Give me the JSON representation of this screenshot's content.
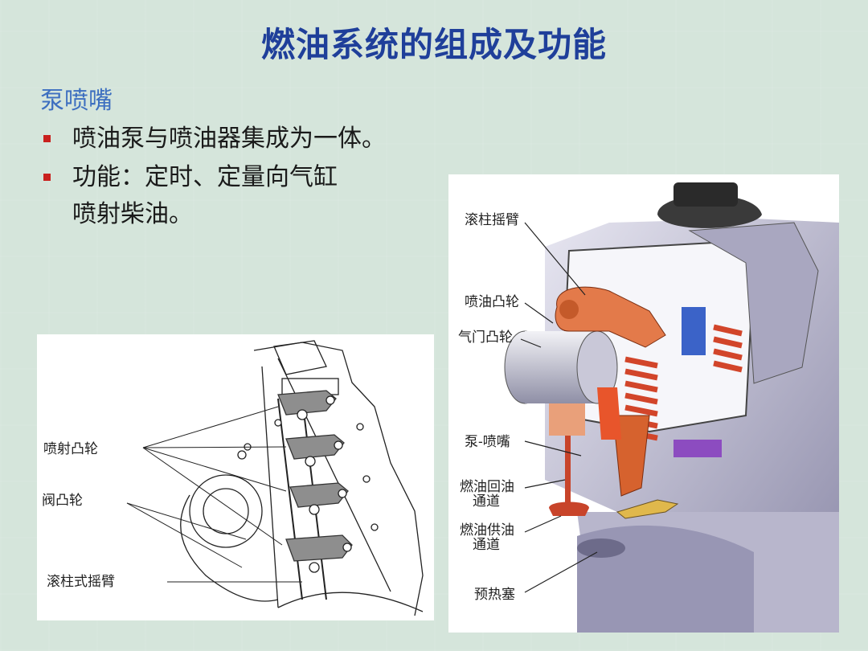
{
  "title": "燃油系统的组成及功能",
  "subtitle": "泵喷嘴",
  "bullets": [
    "喷油泵与喷油器集成为一体。",
    "功能：定时、定量向气缸",
    "喷射柴油。"
  ],
  "left_figure": {
    "labels": [
      "喷射凸轮",
      "阀凸轮",
      "滚柱式摇臂"
    ]
  },
  "right_figure": {
    "labels": [
      "滚柱摇臂",
      "喷油凸轮",
      "气门凸轮",
      "泵-喷嘴",
      "燃油回油",
      "通道",
      "燃油供油",
      "通道",
      "预热塞"
    ]
  },
  "colors": {
    "title": "#1f3f9a",
    "subtitle": "#3d6fc0",
    "bullet_marker": "#c9211e",
    "background": "#d5e5db"
  }
}
